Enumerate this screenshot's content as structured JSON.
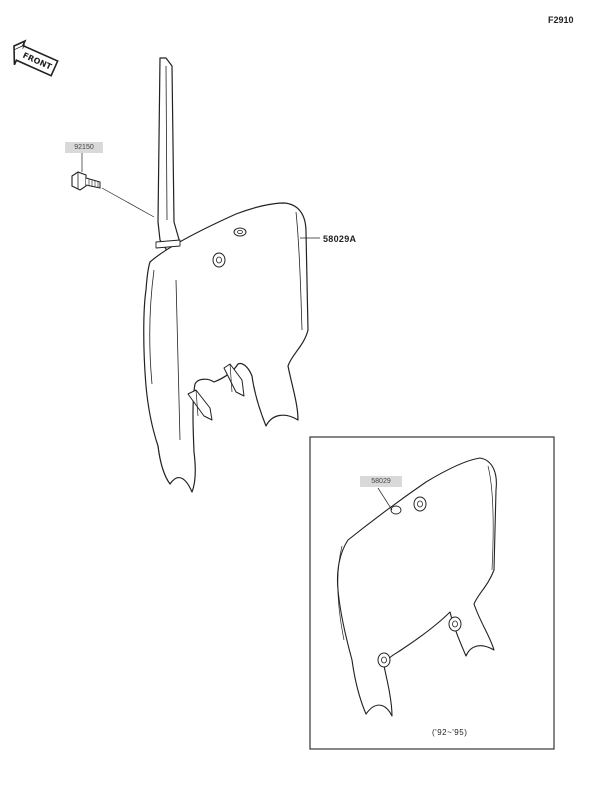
{
  "figure_number": "F2910",
  "front_label": "FRONT",
  "parts": {
    "bolt": {
      "number": "92150"
    },
    "number_plate": {
      "number": "58029A"
    },
    "inset_number_plate": {
      "number": "58029"
    }
  },
  "inset_years": "('92~'95)",
  "icons": [
    "front-arrow-icon"
  ]
}
